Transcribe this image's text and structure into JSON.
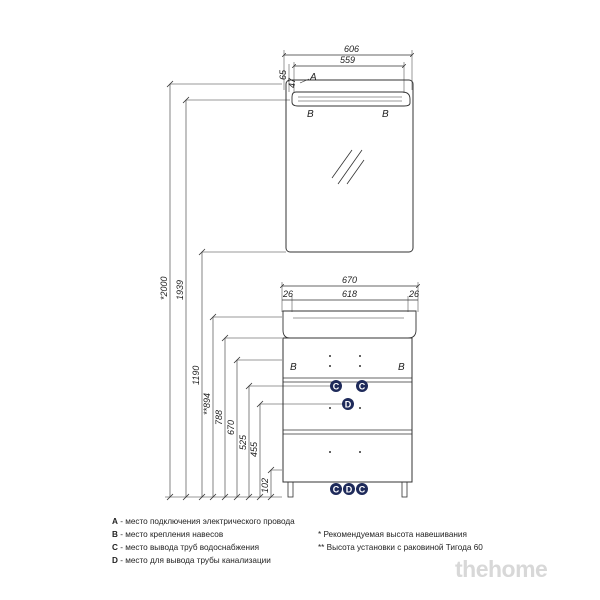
{
  "dimensions": {
    "mirror_outer_width": "606",
    "mirror_inner_width": "559",
    "mirror_top_offset_1": "65",
    "mirror_top_offset_2": "47",
    "height_total": "*2000",
    "height_mirror_mount": "1939",
    "height_mirror_bottom": "1190",
    "height_washbasin": "**894",
    "height_top_panel": "788",
    "height_upper_drawer": "670",
    "height_mid": "525",
    "height_lower": "455",
    "height_legs": "102",
    "cabinet_width": "670",
    "cabinet_inner_width": "618",
    "cabinet_side_left": "26",
    "cabinet_side_right": "26"
  },
  "markers": {
    "a": "A",
    "b": "B",
    "c": "C",
    "d": "D"
  },
  "legend": {
    "items": [
      {
        "key": "A",
        "text": " - место подключения электрического провода"
      },
      {
        "key": "B",
        "text": " - место крепления навесов"
      },
      {
        "key": "C",
        "text": " - место вывода труб водоснабжения"
      },
      {
        "key": "D",
        "text": " - место для вывода трубы канализации"
      }
    ],
    "notes": [
      "* Рекомендуемая высота навешивания",
      "** Высота установки с раковиной Тигода 60"
    ]
  },
  "watermark": "thehome",
  "colors": {
    "line": "#333333",
    "marker_fill": "#1e2a5a",
    "watermark": "#d8d8d8"
  }
}
